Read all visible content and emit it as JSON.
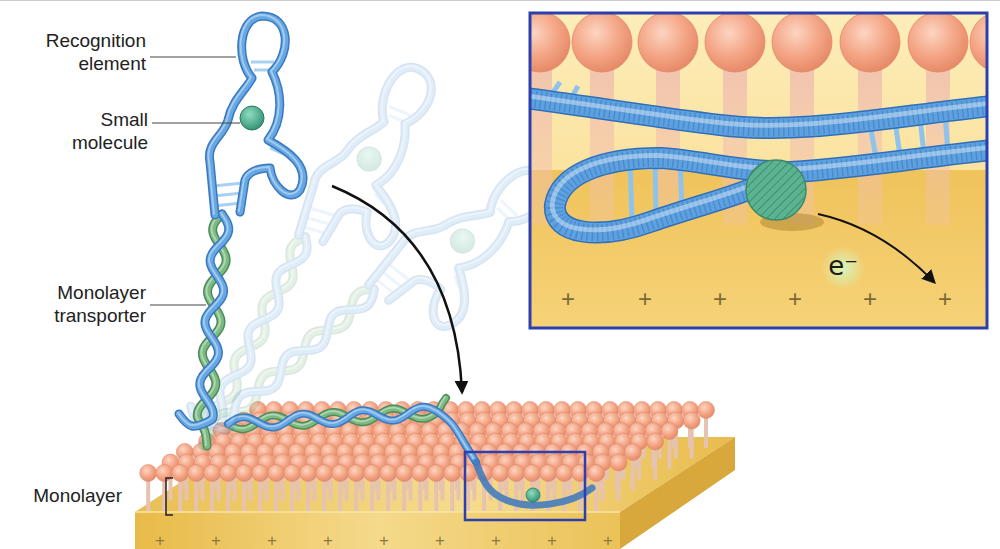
{
  "diagram": {
    "labels": [
      "Recognition element",
      "Small molecule",
      "Monolayer transporter",
      "Monolayer",
      "e⁻",
      "+",
      "+",
      "+",
      "+",
      "+",
      "+",
      "+",
      "+",
      "+",
      "+",
      "+",
      "+",
      "+",
      "+",
      "+"
    ]
  }
}
